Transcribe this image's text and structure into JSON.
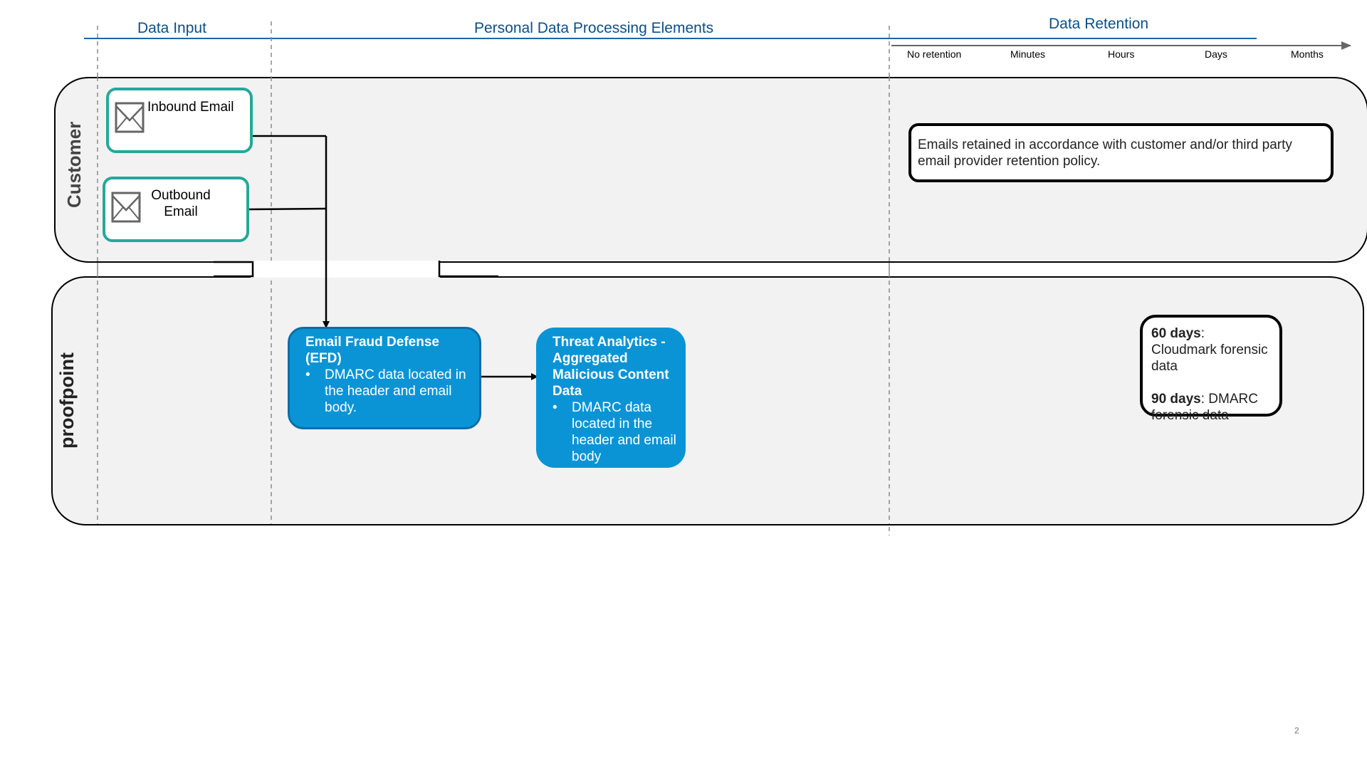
{
  "headers": {
    "data_input": "Data Input",
    "processing": "Personal Data Processing Elements",
    "retention": "Data Retention"
  },
  "retention_scale": [
    "No retention",
    "Minutes",
    "Hours",
    "Days",
    "Months"
  ],
  "lanes": {
    "customer": "Customer",
    "vendor": "proofpoint"
  },
  "inputs": [
    {
      "label": "Inbound Email",
      "icon": "envelope-icon"
    },
    {
      "label": "Outbound Email",
      "icon": "envelope-icon"
    }
  ],
  "processes": [
    {
      "title": "Email Fraud Defense (EFD)",
      "bullets": [
        "DMARC data located in the header and email body."
      ]
    },
    {
      "title": "Threat Analytics - Aggregated Malicious Content Data",
      "bullets": [
        "DMARC data located in the header and email body"
      ]
    }
  ],
  "retention_notes": {
    "customer": "Emails retained in accordance with customer and/or third party email provider retention policy.",
    "vendor": [
      {
        "bold": "60 days",
        "text": ": Cloudmark forensic data"
      },
      {
        "bold": "90 days",
        "text": ": DMARC forensic data"
      }
    ]
  },
  "page_number": "2",
  "colors": {
    "header_blue": "#0b4f8a",
    "process_blue": "#0a94d6",
    "input_border": "#25a89a",
    "lane_fill": "#f2f2f2"
  }
}
